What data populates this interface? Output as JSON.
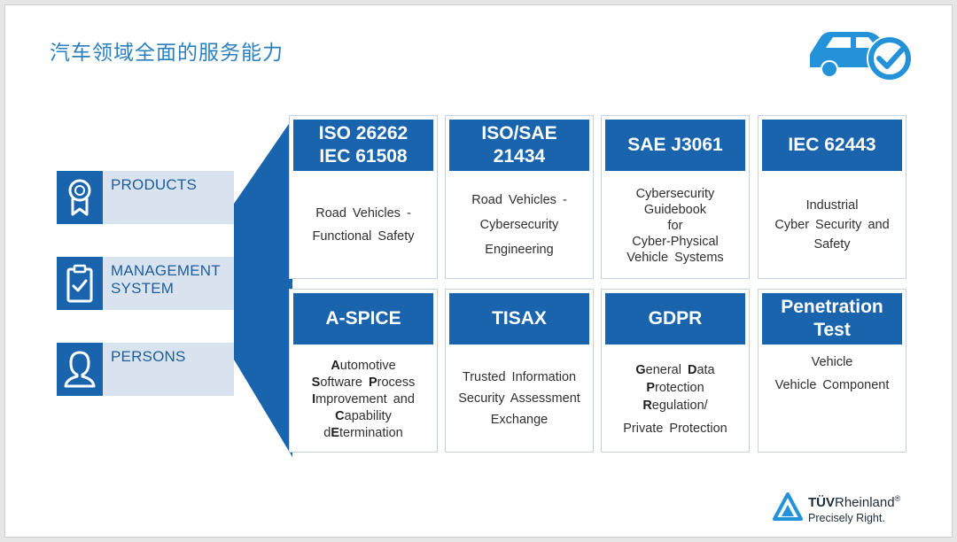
{
  "title": "汽车领域全面的服务能力",
  "categories": [
    {
      "label": "PRODUCTS",
      "icon": "award-ribbon-icon"
    },
    {
      "label": "MANAGEMENT SYSTEM",
      "icon": "clipboard-check-icon"
    },
    {
      "label": "PERSONS",
      "icon": "person-icon"
    }
  ],
  "cards": [
    {
      "head": [
        "ISO 26262",
        "IEC 61508"
      ],
      "body": [
        "Road  Vehicles  -",
        "Functional  Safety"
      ]
    },
    {
      "head": [
        "ISO/SAE",
        "21434"
      ],
      "body": [
        "Road  Vehicles  -",
        "Cybersecurity",
        "Engineering"
      ]
    },
    {
      "head": [
        "SAE J3061"
      ],
      "body": [
        "Cybersecurity",
        "Guidebook",
        "for",
        "Cyber-Physical",
        "Vehicle Systems"
      ]
    },
    {
      "head": [
        "IEC 62443"
      ],
      "body": [
        "Industrial",
        "Cyber Security  and",
        "Safety"
      ]
    },
    {
      "head": [
        "A-SPICE"
      ],
      "body_rich": [
        [
          "A",
          "utomotive"
        ],
        [
          "S",
          "oftware  ",
          "P",
          "rocess"
        ],
        [
          "I",
          "mprovement  and"
        ],
        [
          "C",
          "apability"
        ],
        [
          "d",
          "",
          "E",
          "termination"
        ]
      ]
    },
    {
      "head": [
        "TISAX"
      ],
      "body": [
        "Trusted  Information",
        "Security Assessment",
        "Exchange"
      ]
    },
    {
      "head": [
        "GDPR"
      ],
      "body_rich": [
        [
          "G",
          "eneral  ",
          "D",
          "ata"
        ],
        [
          "P",
          "rotection"
        ],
        [
          "R",
          "egulation/"
        ],
        [
          "",
          "Private  Protection"
        ]
      ]
    },
    {
      "head": [
        "Penetration",
        "Test"
      ],
      "body": [
        "Vehicle",
        "Vehicle  Component"
      ]
    }
  ],
  "brand": {
    "name_bold": "TÜV",
    "name_light": "Rheinland",
    "registered": "®",
    "tagline": "Precisely Right."
  },
  "colors": {
    "primary_blue": "#1a64ad",
    "title_blue": "#2b7fbf",
    "category_bg": "#d8e3ef",
    "logo_blue": "#2392d8"
  }
}
